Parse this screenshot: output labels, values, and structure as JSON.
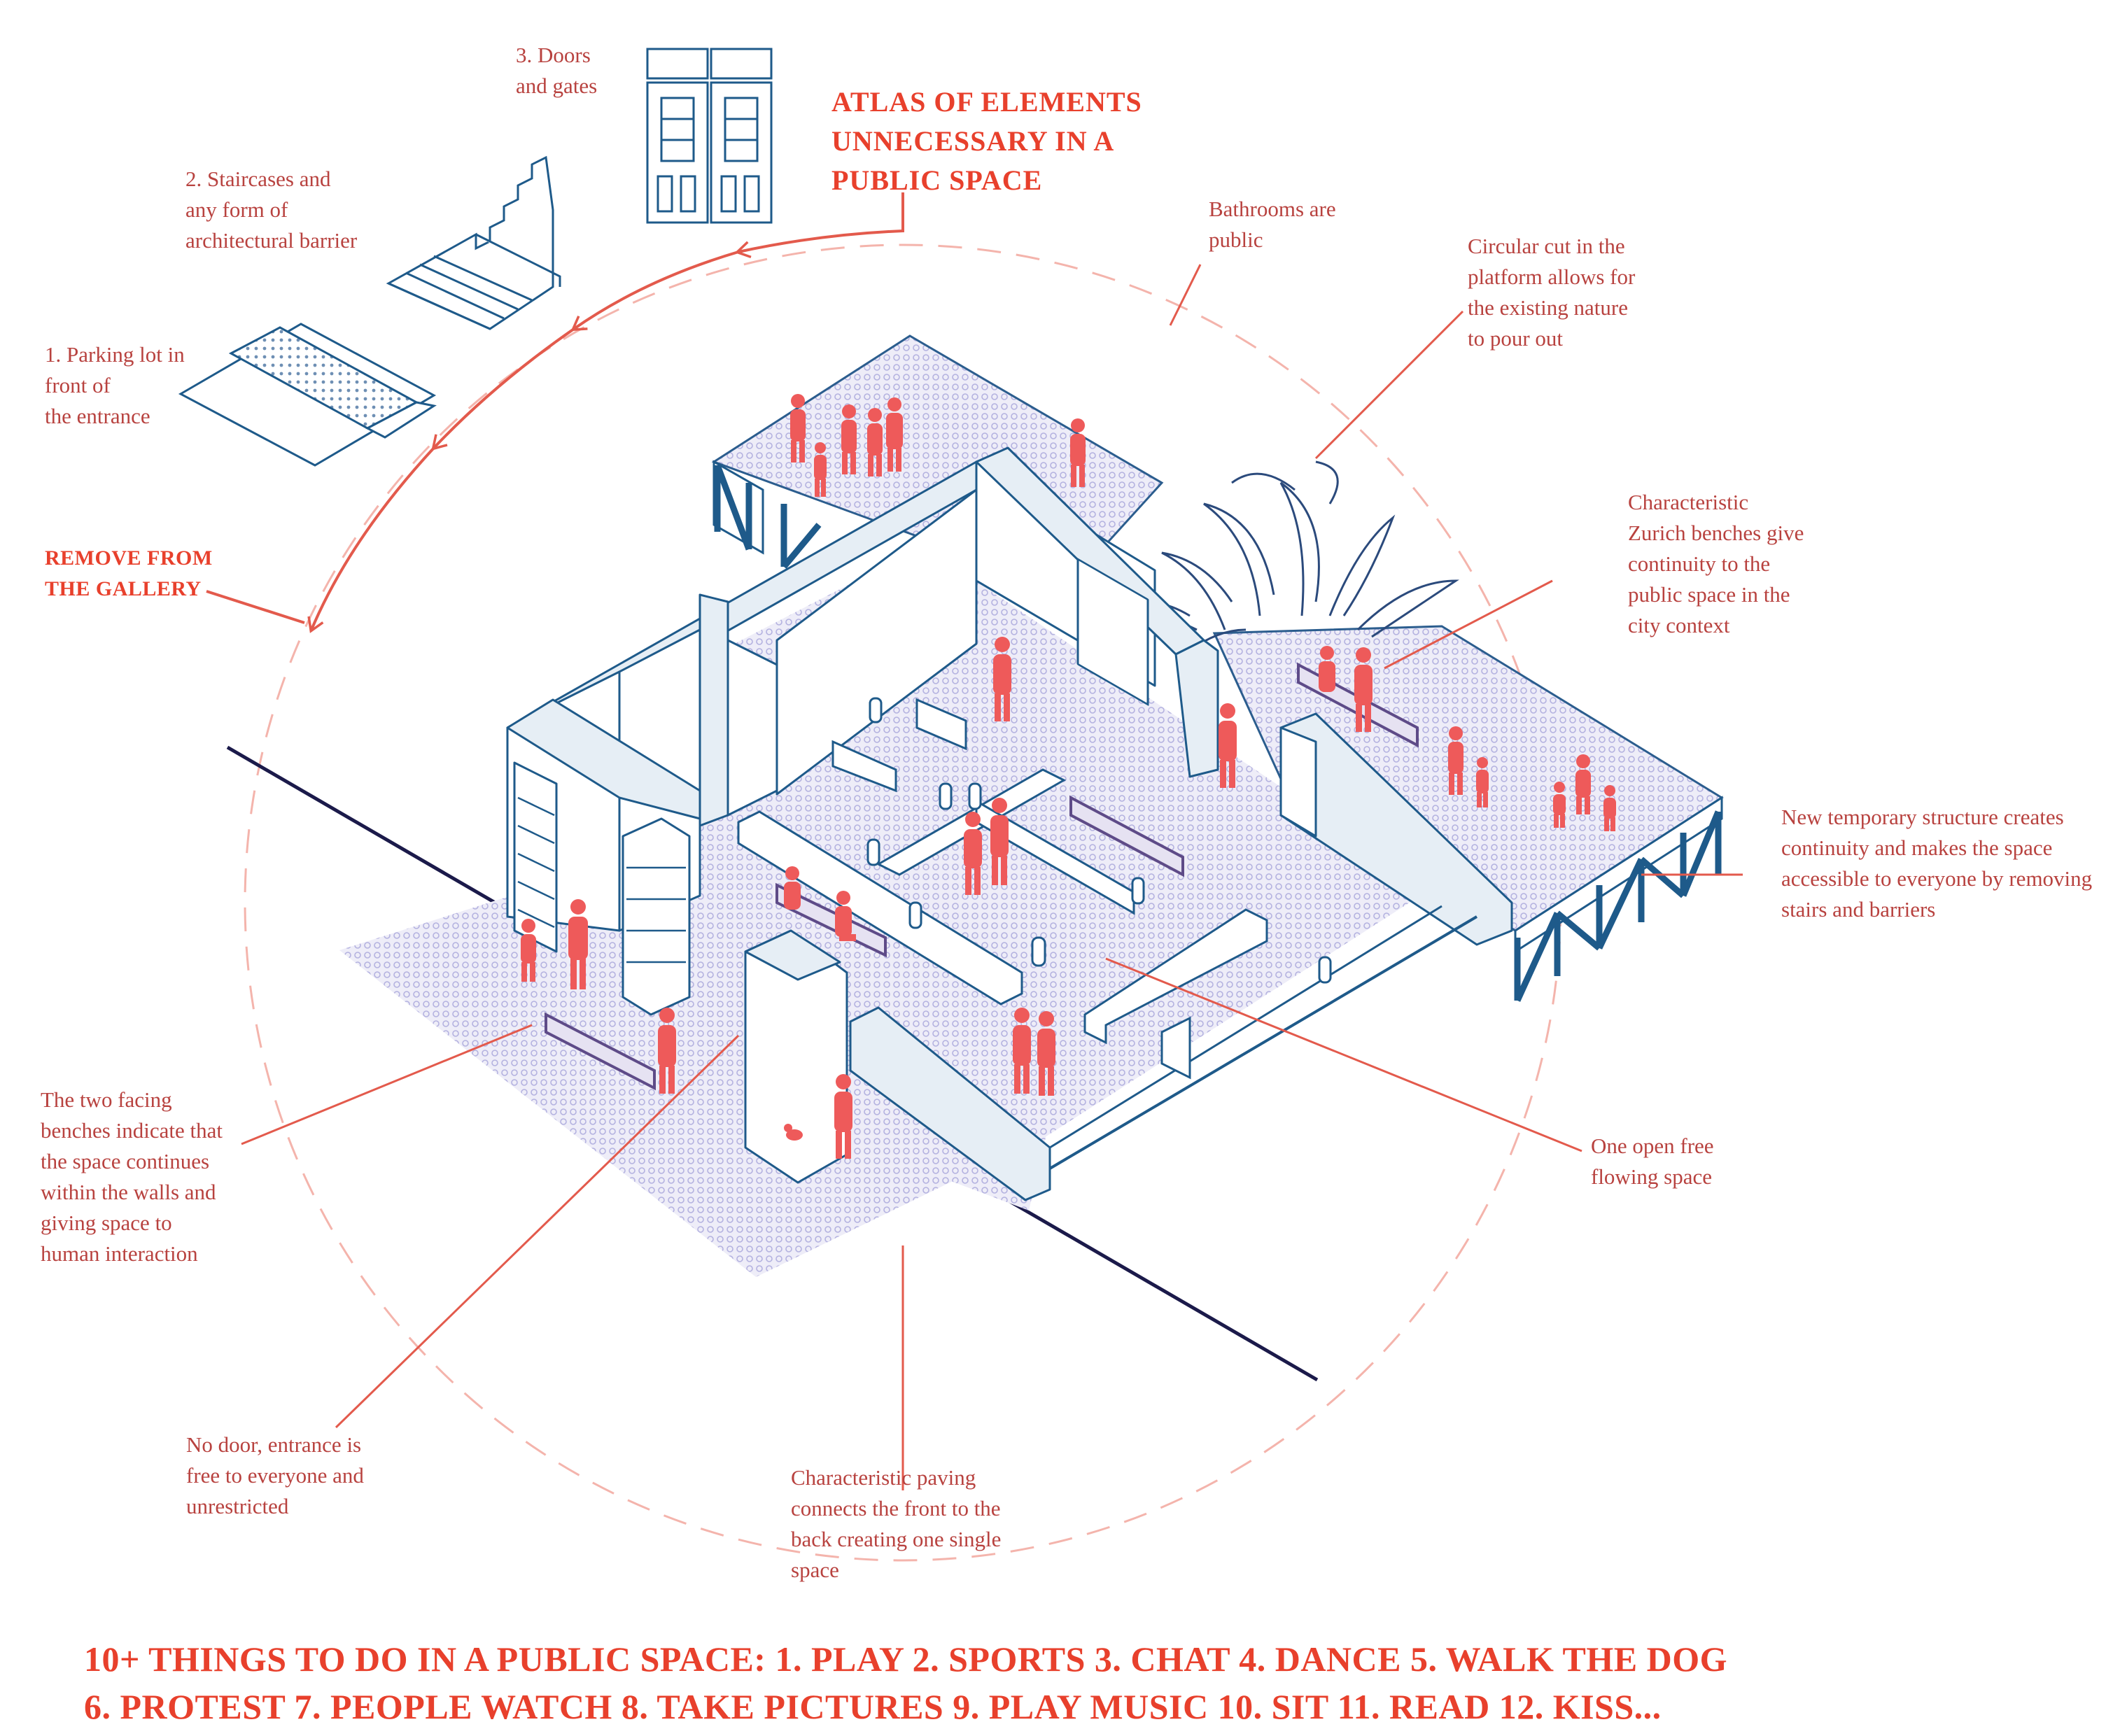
{
  "title": "ATLAS OF ELEMENTS\nUNNECESSARY IN A\nPUBLIC SPACE",
  "remove_label": "REMOVE FROM\nTHE GALLERY",
  "removed_elements": [
    {
      "label": "1. Parking lot in\nfront of\nthe entrance",
      "icon": "parking-lot-icon"
    },
    {
      "label": "2. Staircases and\nany form of\narchitectural barrier",
      "icon": "staircase-icon"
    },
    {
      "label": "3. Doors\nand gates",
      "icon": "doors-icon"
    }
  ],
  "annotations": {
    "bathrooms": "Bathrooms are\npublic",
    "circular_cut": "Circular cut in the\nplatform allows for\nthe existing nature\nto pour out",
    "zurich_benches": "Characteristic\nZurich benches give\ncontinuity to the\npublic space in the\ncity context",
    "temporary_structure": "New temporary structure creates\ncontinuity and makes the space\naccessible to everyone by removing\nstairs and barriers",
    "open_space": "One open free\nflowing space",
    "facing_benches": "The two facing\nbenches indicate that\nthe space continues\nwithin the walls and\ngiving space to\nhuman interaction",
    "no_door": "No door, entrance is\nfree to everyone and\nunrestricted",
    "paving": "Characteristic paving\nconnects the front to the\nback creating one single\nspace"
  },
  "footer": {
    "line1": "10+ THINGS TO DO IN A PUBLIC SPACE: 1. PLAY 2. SPORTS 3. CHAT 4. DANCE 5. WALK THE DOG",
    "line2": "6. PROTEST 7. PEOPLE WATCH 8. TAKE PICTURES 9. PLAY MUSIC 10. SIT 11. READ 12. KISS..."
  },
  "colors": {
    "accent_red": "#e8402c",
    "label_red": "#b8423f",
    "leader_red": "#e35a4c",
    "circle_pink": "#f4b4ac",
    "structure_blue": "#1e5a8a",
    "wall_fill": "#e6eef5",
    "paving": "#c9c8ea",
    "person_red": "#ee5a5a",
    "bench_purple": "#5e4b88",
    "ground_line": "#1b1a4a"
  }
}
